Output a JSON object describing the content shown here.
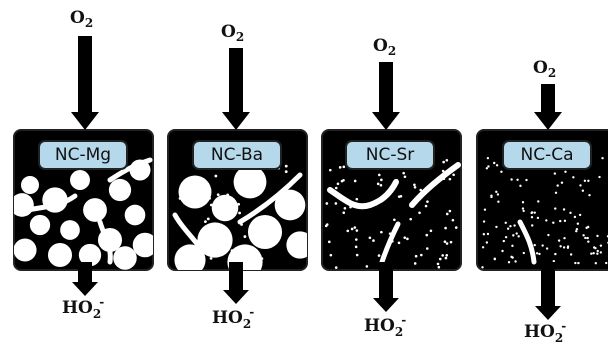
{
  "panels": [
    {
      "name": "NC-Mg",
      "input": {
        "base": "O",
        "sub": "2"
      },
      "output": {
        "base": "HO",
        "sub": "2",
        "sup": "-"
      }
    },
    {
      "name": "NC-Ba",
      "input": {
        "base": "O",
        "sub": "2"
      },
      "output": {
        "base": "HO",
        "sub": "2",
        "sup": "-"
      }
    },
    {
      "name": "NC-Sr",
      "input": {
        "base": "O",
        "sub": "2"
      },
      "output": {
        "base": "HO",
        "sub": "2",
        "sup": "-"
      }
    },
    {
      "name": "NC-Ca",
      "input": {
        "base": "O",
        "sub": "2"
      },
      "output": {
        "base": "HO",
        "sub": "2",
        "sup": "-"
      }
    }
  ],
  "colors": {
    "panel_fill": "#000000",
    "pore": "#ffffff",
    "tag_fill": "#b5d8ea",
    "arrow": "#000000"
  }
}
